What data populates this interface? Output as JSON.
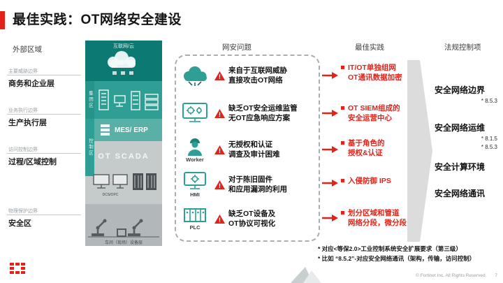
{
  "slide": {
    "title": "最佳实践：OT网络安全建设"
  },
  "colors": {
    "accent": "#E2231A",
    "teal": "#2F9E94",
    "teal_dark": "#0C7A73",
    "arrow_gray": "#DCDCDC"
  },
  "headers": {
    "left": "外部区域",
    "issues": "网安问题",
    "practices": "最佳实践",
    "regulations": "法规控制项"
  },
  "layers": [
    {
      "boundary": "主要威胁边界",
      "label": "商务和企业层"
    },
    {
      "boundary": "业务执行边界",
      "label": "生产执行层"
    },
    {
      "boundary": "访问控制边界",
      "label": "过程/区域控制"
    },
    {
      "boundary": "物理保护边界",
      "label": "安全区"
    }
  ],
  "tower": {
    "cloud_label": "互联网/云",
    "group_zone": "集团区",
    "control_zone": "控制区",
    "mes_erp": "MES/ ERP",
    "ot_scada": "OT SCADA",
    "dcs_label": "DCS/OPC",
    "bottom_label": "车间（现场）设备层"
  },
  "issues": [
    {
      "icon": "cloud-attack-icon",
      "label": "",
      "line1": "来自于互联网威胁",
      "line2": "直接攻击OT网络"
    },
    {
      "icon": "ops-monitor-icon",
      "label": "",
      "line1": "缺乏OT安全运维监管",
      "line2": "无OT应急响应方案"
    },
    {
      "icon": "worker-icon",
      "label": "Worker",
      "line1": "无授权和认证",
      "line2": "调查及审计困难"
    },
    {
      "icon": "hmi-icon",
      "label": "HMI",
      "line1": "对于陈旧固件",
      "line2": "和应用漏洞的利用"
    },
    {
      "icon": "plc-icon",
      "label": "PLC",
      "line1": "缺乏OT设备及",
      "line2": "OT协议可视化"
    }
  ],
  "practices": [
    {
      "line1": "IT/OT单独组网",
      "line2": "OT通讯数据加密"
    },
    {
      "line1": "OT SIEM组成的",
      "line2": "安全运营中心"
    },
    {
      "line1": "基于角色的",
      "line2": "授权&认证"
    },
    {
      "line1": "入侵防御 IPS",
      "line2": ""
    },
    {
      "line1": "划分区域和管道",
      "line2": "网络分段，微分段"
    }
  ],
  "regulations": [
    {
      "title": "安全网络边界",
      "ref1": "* 8.5.3",
      "ref2": ""
    },
    {
      "title": "安全网络运维",
      "ref1": "* 8.1.5",
      "ref2": "* 8.5.3"
    },
    {
      "title": "安全计算环境",
      "ref1": "",
      "ref2": ""
    },
    {
      "title": "安全网络通讯",
      "ref1": "",
      "ref2": ""
    }
  ],
  "footnotes": {
    "line1": "* 对应<等保2.0>工业控制系统安全扩展要求（第三级）",
    "line2": "* 比如 “8.5.2”-对应安全网络通讯（架构，传输，访问控制）"
  },
  "footer": {
    "copyright": "© Fortinet Inc. All Rights Reserved.",
    "page": "7"
  }
}
